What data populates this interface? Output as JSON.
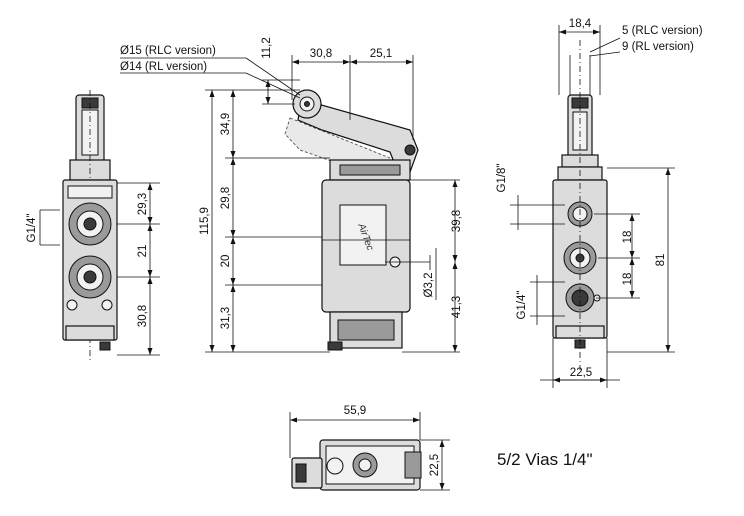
{
  "caption": "5/2 Vias 1/4\"",
  "left_view": {
    "port_thread": "G1/4\"",
    "dims": [
      "29,3",
      "21",
      "30,8"
    ]
  },
  "front_view": {
    "roller_note_1": "Ø15 (RLC version)",
    "roller_note_2": "Ø14 (RL version)",
    "top_dims": [
      "11,2",
      "30,8",
      "25,1"
    ],
    "left_dims": [
      "115,9",
      "34,9",
      "29,8",
      "20",
      "31,3"
    ],
    "right_dims": [
      "39,8",
      "Ø3,2",
      "41,3"
    ]
  },
  "right_view": {
    "top_dim": "18,4",
    "note_1": "5 (RLC version)",
    "note_2": "9 (RL version)",
    "thread_top": "G1/8\"",
    "thread_bottom": "G1/4\"",
    "dims": [
      "18",
      "18",
      "81"
    ],
    "bottom_dim": "22,5"
  },
  "bottom_view": {
    "dims": [
      "55,9",
      "22,5"
    ]
  }
}
